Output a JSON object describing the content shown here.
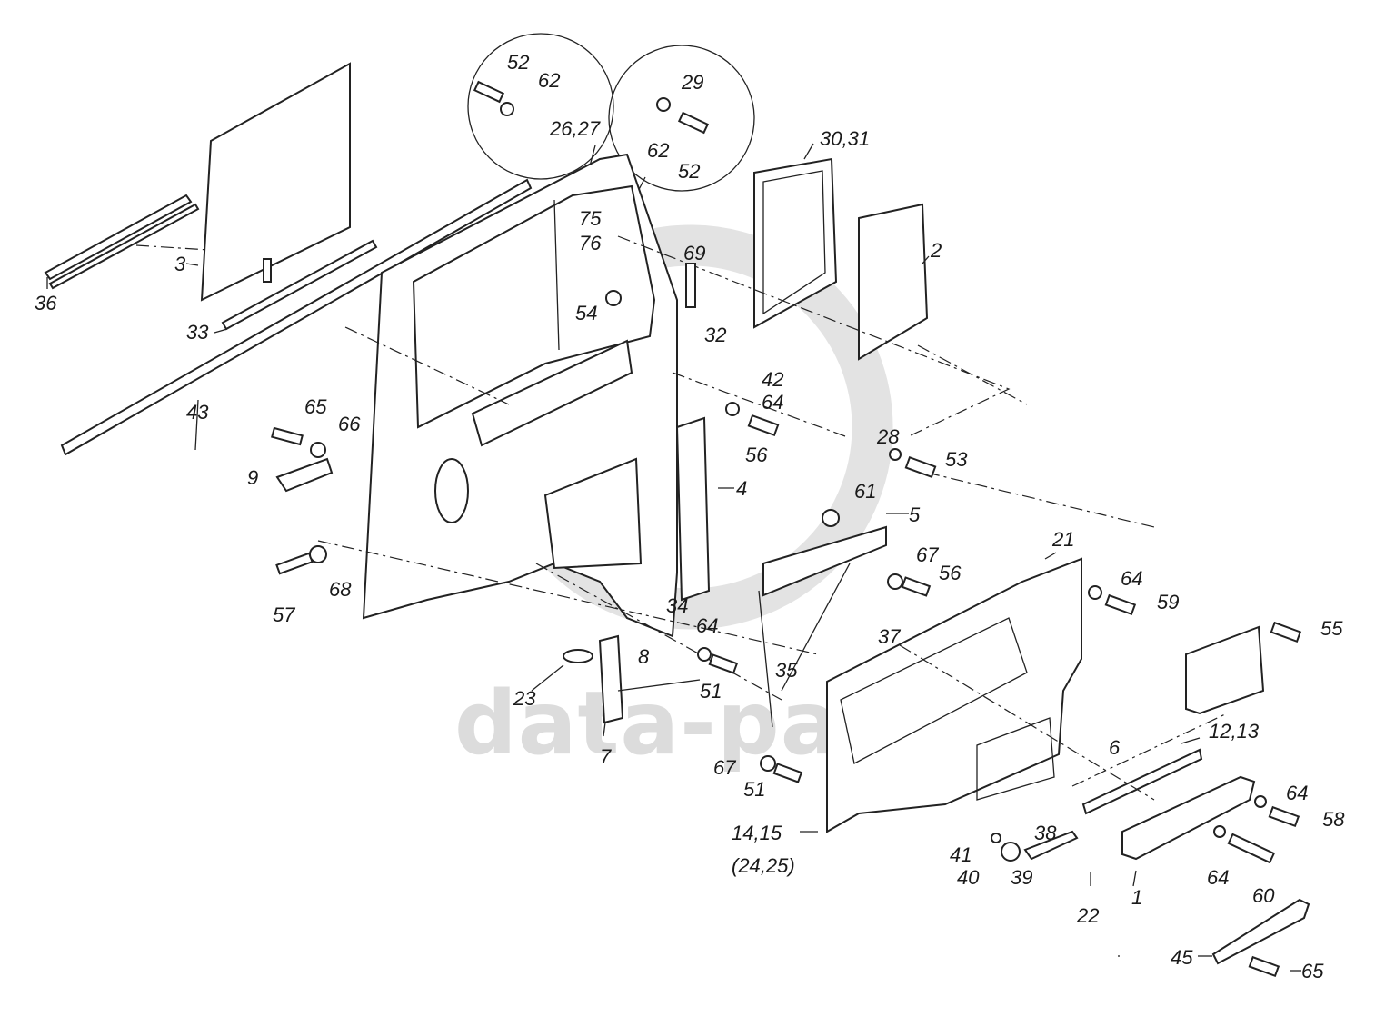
{
  "diagram": {
    "type": "exploded parts diagram",
    "subject": "cab door assembly",
    "watermark": "data-parts",
    "callouts": [
      {
        "id": "c-52a",
        "text": "52"
      },
      {
        "id": "c-62a",
        "text": "62"
      },
      {
        "id": "c-2627",
        "text": "26,27"
      },
      {
        "id": "c-29",
        "text": "29"
      },
      {
        "id": "c-62b",
        "text": "62"
      },
      {
        "id": "c-52b",
        "text": "52"
      },
      {
        "id": "c-3031",
        "text": "30,31"
      },
      {
        "id": "c-2",
        "text": "2"
      },
      {
        "id": "c-3",
        "text": "3"
      },
      {
        "id": "c-36",
        "text": "36"
      },
      {
        "id": "c-33",
        "text": "33"
      },
      {
        "id": "c-43",
        "text": "43"
      },
      {
        "id": "c-75",
        "text": "75"
      },
      {
        "id": "c-76",
        "text": "76"
      },
      {
        "id": "c-54",
        "text": "54"
      },
      {
        "id": "c-69",
        "text": "69"
      },
      {
        "id": "c-32",
        "text": "32"
      },
      {
        "id": "c-42",
        "text": "42"
      },
      {
        "id": "c-64a",
        "text": "64"
      },
      {
        "id": "c-56a",
        "text": "56"
      },
      {
        "id": "c-28",
        "text": "28"
      },
      {
        "id": "c-53",
        "text": "53"
      },
      {
        "id": "c-65a",
        "text": "65"
      },
      {
        "id": "c-66",
        "text": "66"
      },
      {
        "id": "c-9",
        "text": "9"
      },
      {
        "id": "c-4",
        "text": "4"
      },
      {
        "id": "c-61",
        "text": "61"
      },
      {
        "id": "c-5",
        "text": "5"
      },
      {
        "id": "c-21",
        "text": "21"
      },
      {
        "id": "c-57",
        "text": "57"
      },
      {
        "id": "c-68",
        "text": "68"
      },
      {
        "id": "c-67a",
        "text": "67"
      },
      {
        "id": "c-56b",
        "text": "56"
      },
      {
        "id": "c-64b",
        "text": "64"
      },
      {
        "id": "c-59",
        "text": "59"
      },
      {
        "id": "c-34",
        "text": "34"
      },
      {
        "id": "c-55",
        "text": "55"
      },
      {
        "id": "c-64c",
        "text": "64"
      },
      {
        "id": "c-8",
        "text": "8"
      },
      {
        "id": "c-37",
        "text": "37"
      },
      {
        "id": "c-51a",
        "text": "51"
      },
      {
        "id": "c-23",
        "text": "23"
      },
      {
        "id": "c-35",
        "text": "35"
      },
      {
        "id": "c-7",
        "text": "7"
      },
      {
        "id": "c-1213",
        "text": "12,13"
      },
      {
        "id": "c-6",
        "text": "6"
      },
      {
        "id": "c-67b",
        "text": "67"
      },
      {
        "id": "c-51b",
        "text": "51"
      },
      {
        "id": "c-64d",
        "text": "64"
      },
      {
        "id": "c-58",
        "text": "58"
      },
      {
        "id": "c-1415",
        "text": "14,15"
      },
      {
        "id": "c-2425",
        "text": "(24,25)"
      },
      {
        "id": "c-38",
        "text": "38"
      },
      {
        "id": "c-41",
        "text": "41"
      },
      {
        "id": "c-40",
        "text": "40"
      },
      {
        "id": "c-39",
        "text": "39"
      },
      {
        "id": "c-22",
        "text": "22"
      },
      {
        "id": "c-1",
        "text": "1"
      },
      {
        "id": "c-64e",
        "text": "64"
      },
      {
        "id": "c-60",
        "text": "60"
      },
      {
        "id": "c-45",
        "text": "45"
      },
      {
        "id": "c-65b",
        "text": "65"
      }
    ]
  }
}
